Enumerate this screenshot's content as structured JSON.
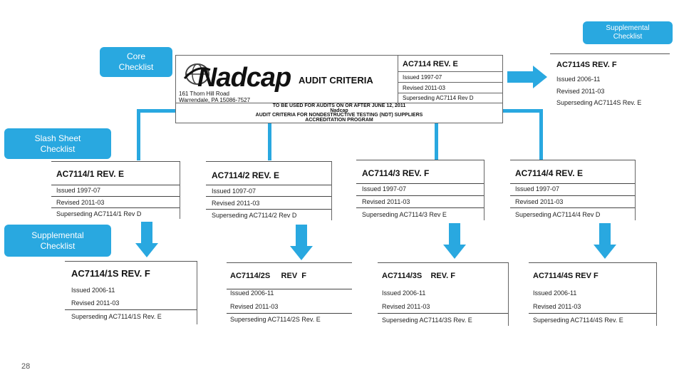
{
  "callouts": {
    "core": [
      "Core",
      "Checklist"
    ],
    "slash": [
      "Slash Sheet",
      "Checklist"
    ],
    "supplemental_left": [
      "Supplemental",
      "Checklist"
    ],
    "supplemental_top": [
      "Supplemental",
      "Checklist"
    ]
  },
  "header": {
    "logo_text": "Nadcap",
    "audit_criteria": "AUDIT CRITERIA",
    "address_line1": "161 Thorn Hill Road",
    "address_line2": "Warrendale, PA 15086-7527",
    "doc_number": "AC7114  REV. E",
    "issued": "Issued 1997-07",
    "revised": "Revised 2011-03",
    "superseding": "Superseding AC7114 Rev D",
    "banner_line1": "TO BE USED FOR AUDITS ON OR AFTER JUNE 12, 2011",
    "banner_line2": "Nadcap",
    "banner_line3": "AUDIT CRITERIA FOR NONDESTRUCTIVE TESTING (NDT) SUPPLIERS",
    "banner_line4": "ACCREDITATION PROGRAM"
  },
  "supplemental_core": {
    "title": "AC7114S   REV. F",
    "issued": "Issued 2006-11",
    "revised": "Revised 2011-03",
    "superseding": "Superseding AC7114S  Rev. E"
  },
  "slash_sheets": [
    {
      "title": "AC7114/1 REV. E",
      "issued": "Issued 1997-07",
      "revised": "Revised 2011-03",
      "superseding": "Superseding AC7114/1 Rev D"
    },
    {
      "title": "AC7114/2 REV. E",
      "issued": "Issued 1097-07",
      "revised": "Revised 2011-03",
      "superseding": "Superseding AC7114/2 Rev D"
    },
    {
      "title": "AC7114/3 REV. F",
      "issued": "Issued 1997-07",
      "revised": "Revised 2011-03",
      "superseding": "Superseding AC7114/3 Rev E"
    },
    {
      "title": "AC7114/4 REV. E",
      "issued": "Issued 1997-07",
      "revised": "Revised 2011-03",
      "superseding": "Superseding AC7114/4 Rev D"
    }
  ],
  "supplementals": [
    {
      "title": "AC7114/1S  REV. F",
      "issued": "Issued 2006-11",
      "revised": "Revised 2011-03",
      "superseding": "Superseding AC7114/1S  Rev. E"
    },
    {
      "title": "AC7114/2S     REV  F",
      "issued": "Issued 2006-11",
      "revised": "Revised 2011-03",
      "superseding": "Superseding AC7114/2S  Rev. E"
    },
    {
      "title": "AC7114/3S    REV. F",
      "issued": "Issued 2006-11",
      "revised": "Revised 2011-03",
      "superseding": "Superseding AC7114/3S  Rev. E"
    },
    {
      "title": "AC7114/4S REV  F",
      "issued": "Issued 2006-11",
      "revised": "Revised 2011-03",
      "superseding": "Superseding AC7114/4S  Rev. E"
    }
  ],
  "slide_number": "28",
  "colors": {
    "accent": "#29a8e0"
  }
}
